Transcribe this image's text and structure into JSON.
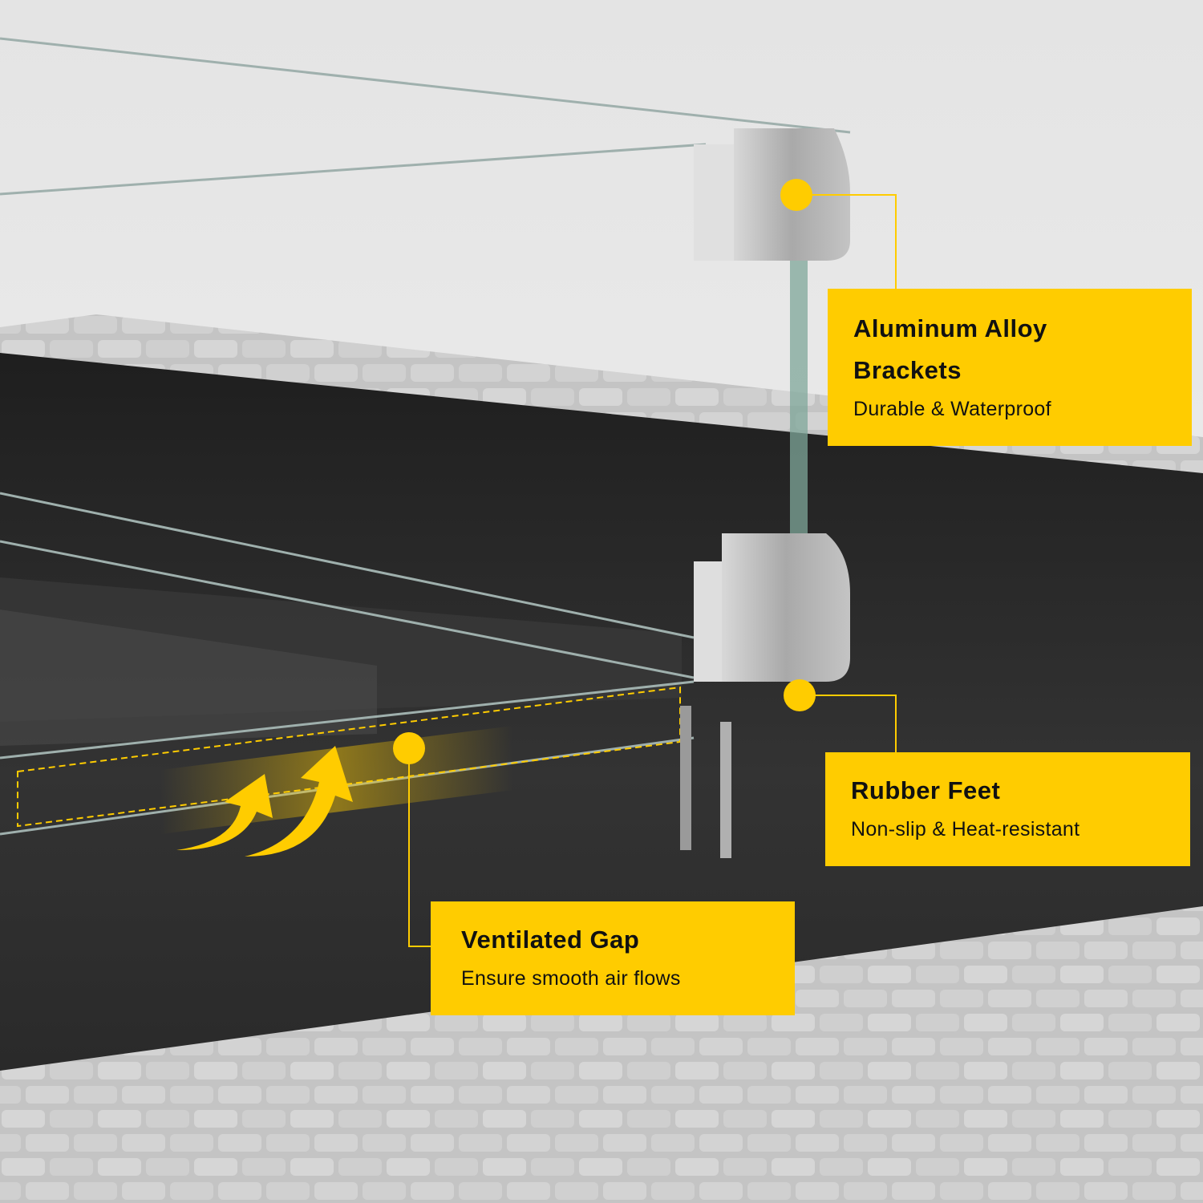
{
  "colors": {
    "accent": "#ffcc00",
    "dark_panel": "#2b2b2b",
    "wicker": "#c9c9c9"
  },
  "callouts": [
    {
      "title": "Aluminum Alloy Brackets",
      "subtitle": "Durable & Waterproof"
    },
    {
      "title": "Rubber Feet",
      "subtitle": "Non-slip & Heat-resistant"
    },
    {
      "title": "Ventilated Gap",
      "subtitle": "Ensure smooth air flows"
    }
  ]
}
